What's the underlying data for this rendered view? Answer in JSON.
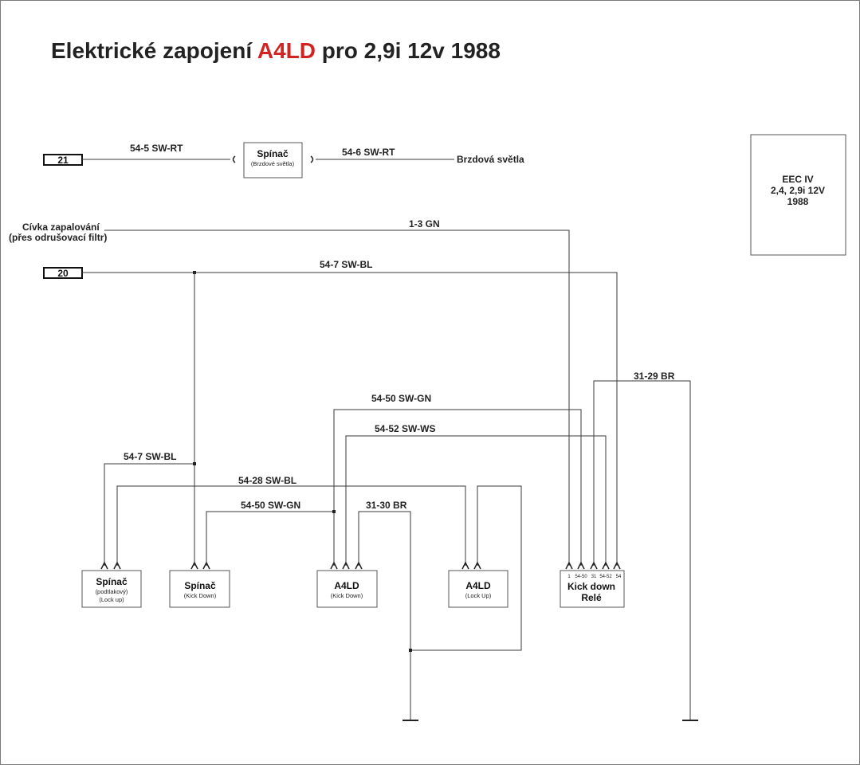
{
  "title": {
    "prefix": "Elektrické zapojení ",
    "highlight": "A4LD",
    "suffix": " pro 2,9i 12v 1988",
    "highlight_color": "#d22222"
  },
  "terminals": {
    "t21": "21",
    "t20": "20"
  },
  "brake_switch": {
    "name": "Spínač",
    "sub": "(Brzdové světla)"
  },
  "brake_lights": "Brzdová světla",
  "ignition": {
    "line1": "Cívka zapalování",
    "line2": "(přes odrušovací filtr)"
  },
  "eec": {
    "line1": "EEC IV",
    "line2": "2,4, 2,9i 12V",
    "line3": "1988"
  },
  "wires": {
    "w545": "54-5 SW-RT",
    "w546": "54-6 SW-RT",
    "w13": "1-3 GN",
    "w547_top": "54-7 SW-BL",
    "w3129": "31-29 BR",
    "w5450_top": "54-50 SW-GN",
    "w5452": "54-52 SW-WS",
    "w547_left": "54-7 SW-BL",
    "w5428": "54-28 SW-BL",
    "w5450_low": "54-50 SW-GN",
    "w3130": "31-30 BR"
  },
  "components": {
    "vac_switch": {
      "name": "Spínač",
      "sub1": "(podtlakový)",
      "sub2": "(Lock up)"
    },
    "kd_switch": {
      "name": "Spínač",
      "sub": "(Kick Down)"
    },
    "a4ld_kd": {
      "name": "A4LD",
      "sub": "(Kick Down)"
    },
    "a4ld_lu": {
      "name": "A4LD",
      "sub": "(Lock Up)"
    },
    "relay": {
      "line1": "Kick down",
      "line2": "Relé",
      "pins": [
        "1",
        "54-50",
        "31",
        "54-52",
        "54"
      ]
    }
  }
}
